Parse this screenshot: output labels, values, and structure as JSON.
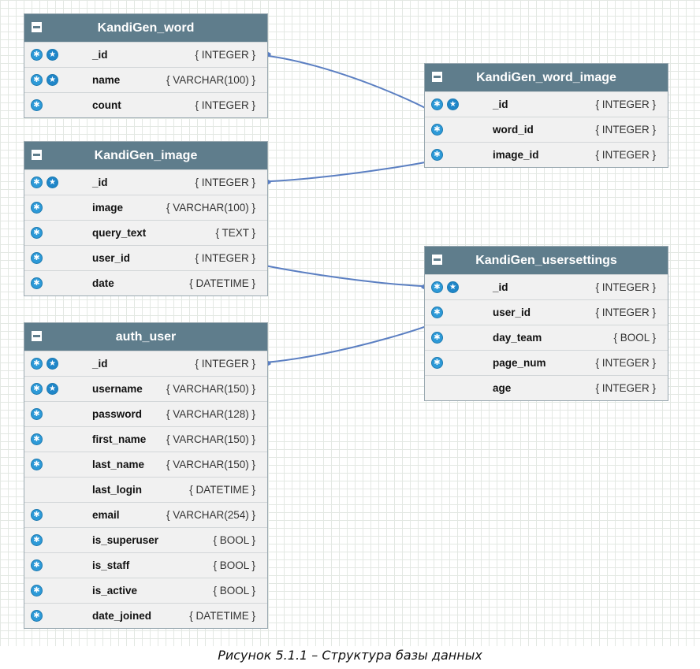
{
  "tables": [
    {
      "name": "KandiGen_word",
      "fields": [
        {
          "name": "_id",
          "type": "{ INTEGER }",
          "icons": [
            "field",
            "key"
          ]
        },
        {
          "name": "name",
          "type": "{ VARCHAR(100) }",
          "icons": [
            "field",
            "key"
          ]
        },
        {
          "name": "count",
          "type": "{ INTEGER }",
          "icons": [
            "field"
          ]
        }
      ]
    },
    {
      "name": "KandiGen_image",
      "fields": [
        {
          "name": "_id",
          "type": "{ INTEGER }",
          "icons": [
            "field",
            "key"
          ]
        },
        {
          "name": "image",
          "type": "{ VARCHAR(100) }",
          "icons": [
            "field"
          ]
        },
        {
          "name": "query_text",
          "type": "{ TEXT }",
          "icons": [
            "field"
          ]
        },
        {
          "name": "user_id",
          "type": "{ INTEGER }",
          "icons": [
            "field"
          ]
        },
        {
          "name": "date",
          "type": "{ DATETIME }",
          "icons": [
            "field"
          ]
        }
      ]
    },
    {
      "name": "auth_user",
      "fields": [
        {
          "name": "_id",
          "type": "{ INTEGER }",
          "icons": [
            "field",
            "key"
          ]
        },
        {
          "name": "username",
          "type": "{ VARCHAR(150) }",
          "icons": [
            "field",
            "key"
          ]
        },
        {
          "name": "password",
          "type": "{ VARCHAR(128) }",
          "icons": [
            "field"
          ]
        },
        {
          "name": "first_name",
          "type": "{ VARCHAR(150) }",
          "icons": [
            "field"
          ]
        },
        {
          "name": "last_name",
          "type": "{ VARCHAR(150) }",
          "icons": [
            "field"
          ]
        },
        {
          "name": "last_login",
          "type": "{ DATETIME }",
          "icons": []
        },
        {
          "name": "email",
          "type": "{ VARCHAR(254) }",
          "icons": [
            "field"
          ]
        },
        {
          "name": "is_superuser",
          "type": "{ BOOL }",
          "icons": [
            "field"
          ]
        },
        {
          "name": "is_staff",
          "type": "{ BOOL }",
          "icons": [
            "field"
          ]
        },
        {
          "name": "is_active",
          "type": "{ BOOL }",
          "icons": [
            "field"
          ]
        },
        {
          "name": "date_joined",
          "type": "{ DATETIME }",
          "icons": [
            "field"
          ]
        }
      ]
    },
    {
      "name": "KandiGen_word_image",
      "fields": [
        {
          "name": "_id",
          "type": "{ INTEGER }",
          "icons": [
            "field",
            "key"
          ]
        },
        {
          "name": "word_id",
          "type": "{ INTEGER }",
          "icons": [
            "field"
          ]
        },
        {
          "name": "image_id",
          "type": "{ INTEGER }",
          "icons": [
            "field"
          ]
        }
      ]
    },
    {
      "name": "KandiGen_usersettings",
      "fields": [
        {
          "name": "_id",
          "type": "{ INTEGER }",
          "icons": [
            "field",
            "key"
          ]
        },
        {
          "name": "user_id",
          "type": "{ INTEGER }",
          "icons": [
            "field"
          ]
        },
        {
          "name": "day_team",
          "type": "{ BOOL }",
          "icons": [
            "field"
          ]
        },
        {
          "name": "page_num",
          "type": "{ INTEGER }",
          "icons": [
            "field"
          ]
        },
        {
          "name": "age",
          "type": "{ INTEGER }",
          "icons": []
        }
      ]
    }
  ],
  "relations": [
    {
      "from_table": "KandiGen_word_image",
      "from_field": "word_id",
      "to_table": "KandiGen_word",
      "to_field": "_id"
    },
    {
      "from_table": "KandiGen_word_image",
      "from_field": "image_id",
      "to_table": "KandiGen_image",
      "to_field": "_id"
    },
    {
      "from_table": "KandiGen_image",
      "from_field": "user_id",
      "to_table": "KandiGen_usersettings",
      "to_field": "_id"
    },
    {
      "from_table": "KandiGen_usersettings",
      "from_field": "user_id",
      "to_table": "auth_user",
      "to_field": "_id"
    }
  ],
  "colors": {
    "header": "#5f7d8c",
    "link": "#5b7fc2",
    "badge": "#2d9ad8"
  },
  "caption": "Рисунок 5.1.1 – Структура базы данных"
}
